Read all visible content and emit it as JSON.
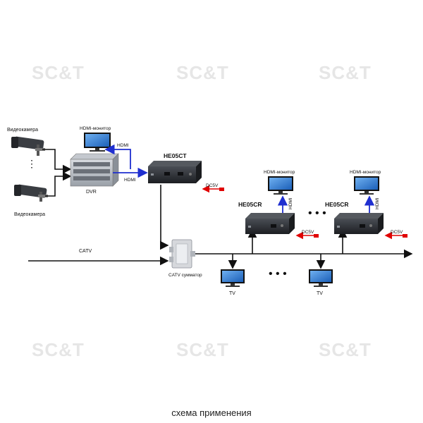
{
  "watermark": "SC&T",
  "labels": {
    "camera": "Видеокамера",
    "hdmi_monitor": "HDMI-монитор",
    "hdmi": "HDMI",
    "dvr": "DVR",
    "he05ct": "HE05CT",
    "he05cr": "HE05CR",
    "dc5v": "DC5V",
    "catv": "CATV",
    "catv_combiner": "CATV сумматор",
    "tv": "TV"
  },
  "caption": "схема применения",
  "colors": {
    "line": "#111111",
    "hdmi_arrow": "#1f2fd0",
    "power_arrow": "#e00000",
    "device_body": "#2b2e33",
    "watermark": "#e6e6e6"
  }
}
